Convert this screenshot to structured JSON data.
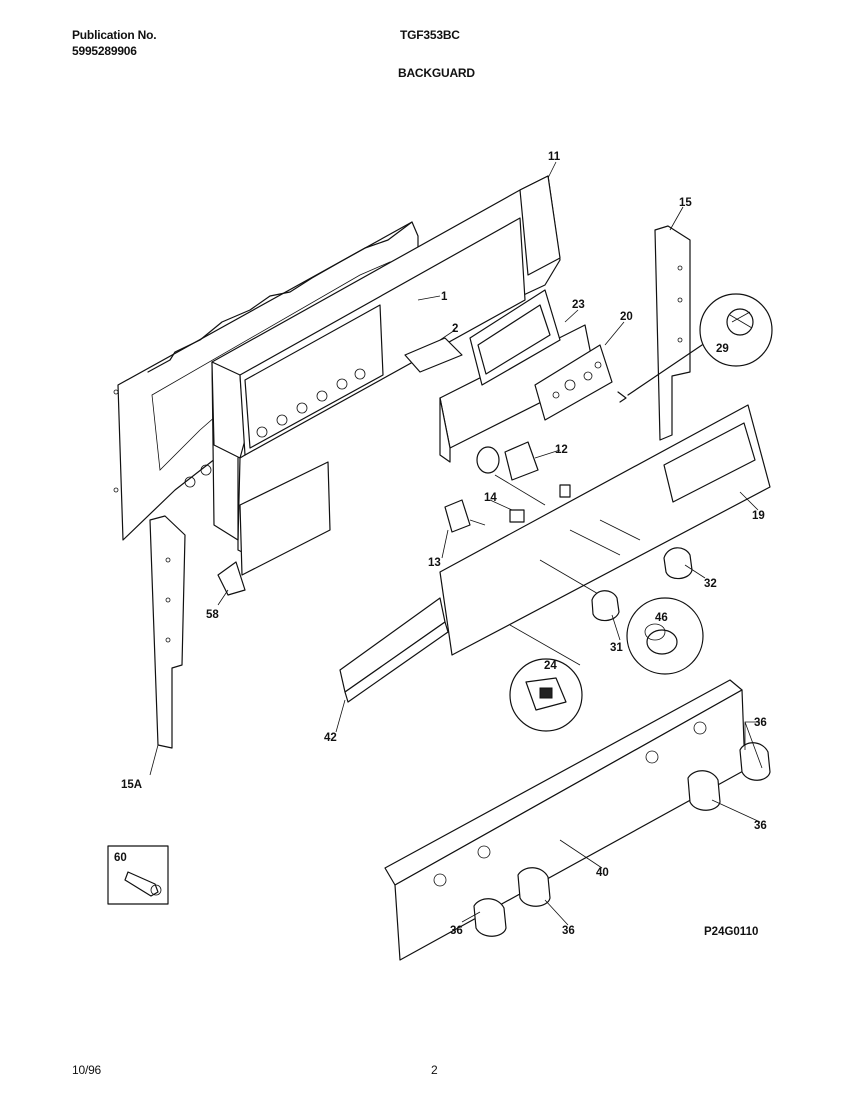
{
  "header": {
    "publication_label": "Publication No.",
    "publication_number": "5995289906",
    "model": "TGF353BC",
    "section": "BACKGUARD"
  },
  "footer": {
    "date": "10/96",
    "page": "2"
  },
  "diagram": {
    "code": "P24G0110",
    "callouts": {
      "c1": "1",
      "c2": "2",
      "c11": "11",
      "c15": "15",
      "c15a": "15A",
      "c23": "23",
      "c20": "20",
      "c29": "29",
      "c12": "12",
      "c14": "14",
      "c13": "13",
      "c58": "58",
      "c19": "19",
      "c32": "32",
      "c46": "46",
      "c31": "31",
      "c24": "24",
      "c42": "42",
      "c36a": "36",
      "c36b": "36",
      "c36c": "36",
      "c36d": "36",
      "c40": "40",
      "c60": "60"
    }
  }
}
